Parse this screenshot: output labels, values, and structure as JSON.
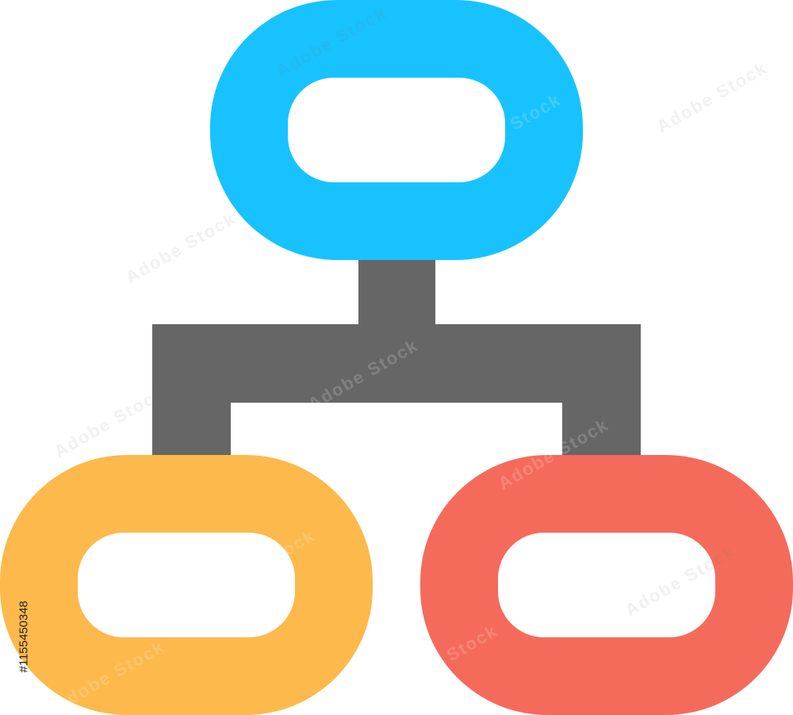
{
  "diagram": {
    "nodes": [
      {
        "id": "root",
        "color": "#18C2FF"
      },
      {
        "id": "left-child",
        "color": "#FDB94C"
      },
      {
        "id": "right-child",
        "color": "#F56B5B"
      }
    ],
    "connector_color": "#666666",
    "inner_fill": "#FFFFFF"
  },
  "watermark": {
    "text": "Adobe Stock"
  },
  "stock_id": "#1155450348"
}
